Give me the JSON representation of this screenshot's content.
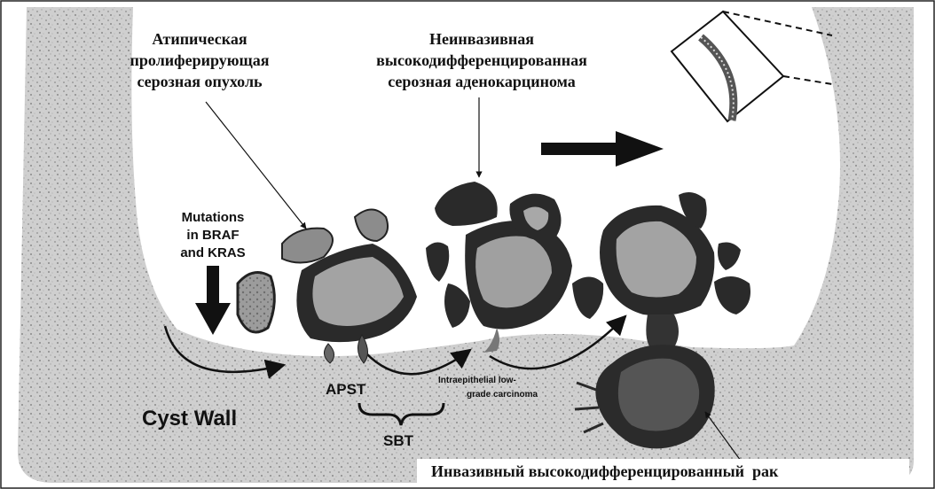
{
  "labels": {
    "apst_ru_line1": "Атипическая",
    "apst_ru_line2": "пролиферирующая",
    "apst_ru_line3": "серозная опухоль",
    "noninv_ru_line1": "Неинвазивная",
    "noninv_ru_line2": "высокодифференцированная",
    "noninv_ru_line3": "серозная аденокарцинома",
    "mutations_line1": "Mutations",
    "mutations_line2": "in BRAF",
    "mutations_line3": "and KRAS",
    "cyst_wall": "Cyst Wall",
    "apst": "APST",
    "sbt": "SBT",
    "intraepithelial_line1": "Intraepithelial low-",
    "intraepithelial_line2": "grade carcinoma",
    "invasive_ru": "Инвазивный высокодифференцированный  рак"
  },
  "colors": {
    "wall_fill": "#c9c9c9",
    "lumen_fill": "#ffffff",
    "tumor_dark": "#2a2a2a",
    "tumor_core": "#9a9a9a"
  },
  "icons": {
    "progression_arrow": "arrow-right-icon",
    "mutation_arrow": "arrow-down-icon",
    "inset": "magnified-wall-inset-icon"
  }
}
